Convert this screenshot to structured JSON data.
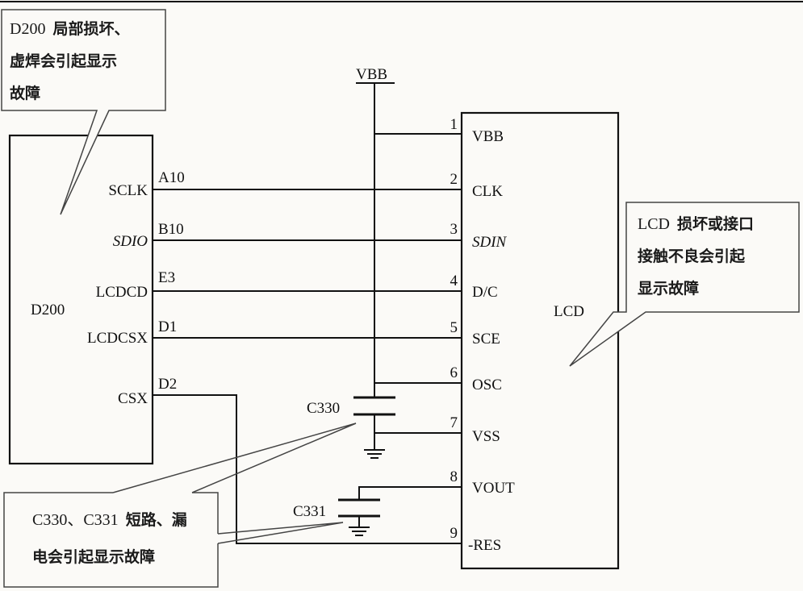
{
  "supply_label": "VBB",
  "d200": {
    "name": "D200",
    "pins": [
      "SCLK",
      "SDIO",
      "LCDCD",
      "LCDCSX",
      "CSX"
    ],
    "signals": [
      "A10",
      "B10",
      "E3",
      "D1",
      "D2"
    ]
  },
  "lcd": {
    "name": "LCD",
    "pin_numbers": [
      "1",
      "2",
      "3",
      "4",
      "5",
      "6",
      "7",
      "8",
      "9"
    ],
    "pin_names": [
      "VBB",
      "CLK",
      "SDIN",
      "D/C",
      "SCE",
      "OSC",
      "VSS",
      "VOUT",
      "-RES"
    ]
  },
  "capacitors": {
    "c330": "C330",
    "c331": "C331"
  },
  "notes": {
    "d200_prefix": "D200",
    "d200_line1": "局部损坏、",
    "d200_line2": "虚焊会引起显示",
    "d200_line3": "故障",
    "lcd_prefix": "LCD",
    "lcd_line1": "损坏或接口",
    "lcd_line2": "接触不良会引起",
    "lcd_line3": "显示故障",
    "cap_prefix": "C330、C331",
    "cap_line1": "短路、漏",
    "cap_line2": "电会引起显示故障"
  }
}
